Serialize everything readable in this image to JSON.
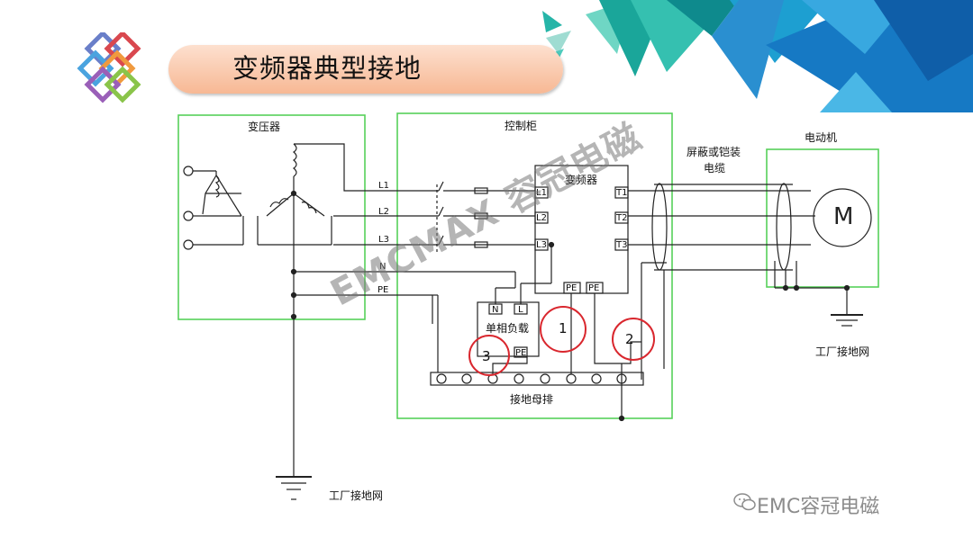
{
  "title": "变频器典型接地",
  "watermark": "EMCMAX 容冠电磁",
  "footer": "EMC容冠电磁",
  "colors": {
    "box_border": "#57d05a",
    "marker": "#d9272e",
    "title_fill": "#f7b894"
  },
  "diagram": {
    "transformer": "变压器",
    "cabinet": "控制柜",
    "inverter": "变频器",
    "cable_label_1": "屏蔽或铠装",
    "cable_label_2": "电缆",
    "motor_box": "电动机",
    "motor_symbol": "M",
    "lines": {
      "l1": "L1",
      "l2": "L2",
      "l3": "L3",
      "n": "N",
      "pe": "PE"
    },
    "inverter_in": {
      "l1": "L1",
      "l2": "L2",
      "l3": "L3"
    },
    "inverter_out": {
      "t1": "T1",
      "t2": "T2",
      "t3": "T3"
    },
    "inverter_pe_1": "PE",
    "inverter_pe_2": "PE",
    "load": "单相负载",
    "load_n": "N",
    "load_l": "L",
    "load_pe": "PE",
    "busbar": "接地母排",
    "ground_left": "工厂接地网",
    "ground_right": "工厂接地网",
    "markers": [
      "1",
      "2",
      "3"
    ]
  }
}
